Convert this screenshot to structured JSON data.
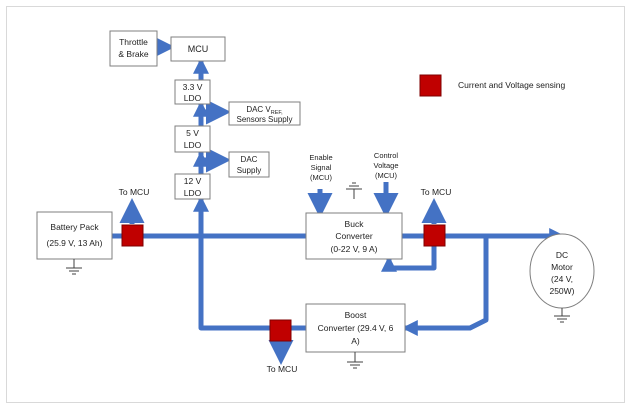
{
  "colors": {
    "wire": "#4472c4",
    "sensor": "#c00000",
    "sensor_border": "#7f0000",
    "box_border": "#7f7f7f",
    "ground": "#404040"
  },
  "legend": {
    "text": "Current and Voltage sensing"
  },
  "blocks": {
    "throttle": [
      "Throttle",
      "& Brake"
    ],
    "mcu": "MCU",
    "ldo33": [
      "3.3 V",
      "LDO"
    ],
    "ldo5": [
      "5 V",
      "LDO"
    ],
    "ldo12": [
      "12 V",
      "LDO"
    ],
    "dac_vref": [
      "DAC V",
      "REF,",
      "Sensors Supply"
    ],
    "dac_supply": [
      "DAC",
      "Supply"
    ],
    "battery": [
      "Battery Pack",
      "(25.9 V, 13 Ah)"
    ],
    "buck": [
      "Buck",
      "Converter",
      "(0-22 V, 9 A)"
    ],
    "boost": [
      "Boost",
      "Converter (29.4 V, 6",
      "A)"
    ],
    "motor": [
      "DC",
      "Motor",
      "(24 V,",
      "250W)"
    ]
  },
  "signals": {
    "enable": [
      "Enable",
      "Signal",
      "(MCU)"
    ],
    "control": [
      "Control",
      "Voltage",
      "(MCU)"
    ],
    "to_mcu_battery": "To MCU",
    "to_mcu_buck": "To MCU",
    "to_mcu_boost": "To MCU"
  }
}
